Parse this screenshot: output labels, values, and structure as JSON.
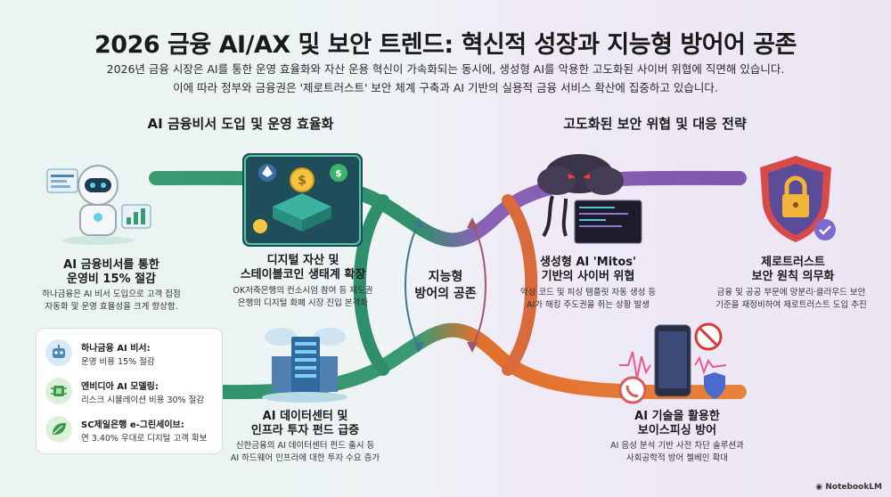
{
  "header": {
    "title": "2026 금융 AI/AX 및 보안 트렌드: 혁신적 성장과 지능형 방어어 공존",
    "subtitle_line1": "2026년 금융 시장은 AI를 통한 운영 효율화와 자산 운용 혁신이 가속화되는 동시에, 생성형 AI를 악용한 고도화된 사이버 위협에 직면해 있습니다.",
    "subtitle_line2": "이에 따라 정부와 금융권은 '제로트러스트' 보안 체계 구축과 AI 기반의 실용적 금융 서비스 확산에 집중하고 있습니다."
  },
  "sections": {
    "left": "AI 금융비서 도입 및 운영 효율화",
    "right": "고도화된 보안 위협 및 대응 전략"
  },
  "center": {
    "line1": "지능형",
    "line2": "방어의 공존"
  },
  "cards": {
    "ai_assistant": {
      "title1": "AI 금융비서를 통한",
      "title2": "운영비 15% 절감",
      "desc1": "하나금융은 AI 비서 도입으로 고객 접점",
      "desc2": "자동화 및 운영 효율성을 크게 향상함."
    },
    "digital_asset": {
      "title1": "디지털 자산 및",
      "title2": "스테이블코인 생태계 확장",
      "desc1": "OK저축은행의 컨소시엄 참여 등 제도권",
      "desc2": "은행의 디지털 화폐 시장 진입 본격화"
    },
    "datacenter": {
      "title1": "AI 데이터센터 및",
      "title2": "인프라 투자 펀드 급증",
      "desc1": "신한금융의 AI 데이터센터 펀드 출시 등",
      "desc2": "AI 하드웨어 인프라에 대한 투자 수요 증가"
    },
    "mitos": {
      "title1": "생성형 AI 'Mitos'",
      "title2": "기반의 사이버 위협",
      "desc1": "악성 코드 및 피싱 템플릿 자동 생성 등",
      "desc2": "AI가 해킹 주도권을 쥐는 상황 발생"
    },
    "zerotrust": {
      "title1": "제로트러스트",
      "title2": "보안 원칙 의무화",
      "desc1": "금융 및 공공 부문에 망분리·클라우드 보안",
      "desc2": "기준을 재정비하여 제로트러스트 도입 추진"
    },
    "voicephishing": {
      "title1": "AI 기술을 활용한",
      "title2": "보이스피싱 방어",
      "desc1": "AI 음성 분석 기반 사전 차단 솔루션과",
      "desc2": "사회공학적 방어 첼베인 확대"
    }
  },
  "cases": [
    {
      "name": "하나금융 AI 비서:",
      "desc": "운영 비용 15% 절감",
      "icon": "robot-icon"
    },
    {
      "name": "엔비디아 AI 모델링:",
      "desc": "리스크 시뮬레이션 비용 30% 절감",
      "icon": "chip-icon"
    },
    {
      "name": "SC제일은행 e-그린세이브:",
      "desc": "연 3.40% 우대로 디지털 고객 확보",
      "icon": "leaf-icon"
    }
  ],
  "watermark": "NotebookLM",
  "colors": {
    "green_flow": "#2f8f6a",
    "purple_flow": "#8a62b5",
    "orange_flow": "#e0722f",
    "accent_teal": "#2a9d8f"
  }
}
